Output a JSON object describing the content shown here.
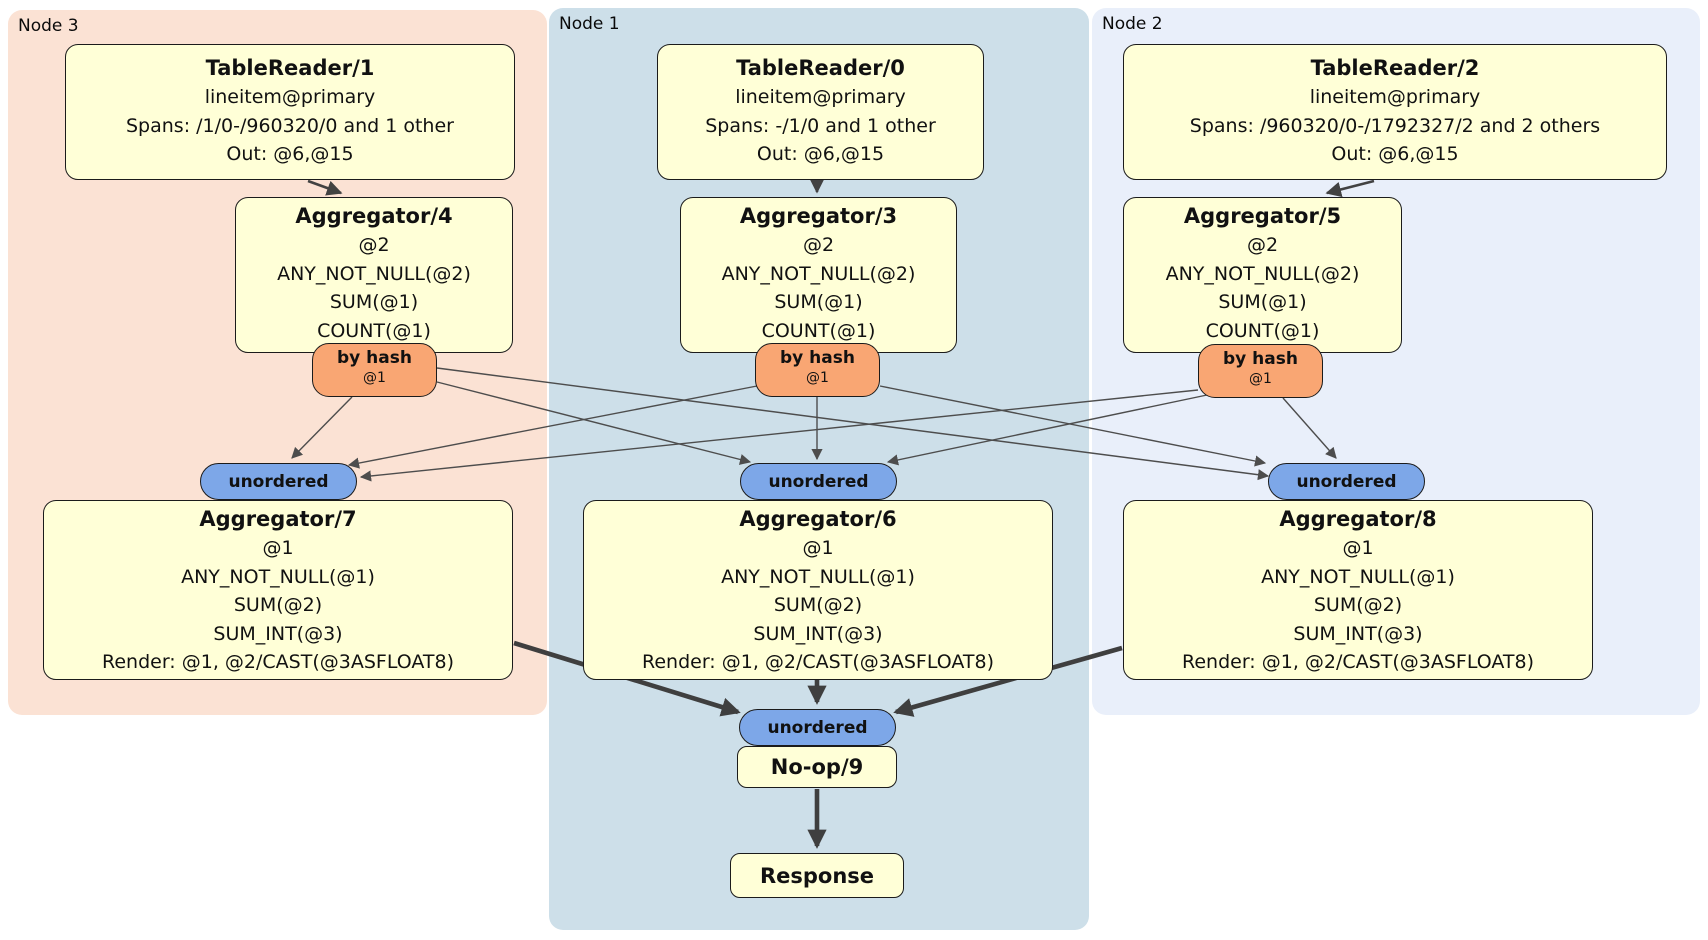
{
  "regions": {
    "node3": {
      "label": "Node 3"
    },
    "node1": {
      "label": "Node 1"
    },
    "node2": {
      "label": "Node 2"
    }
  },
  "processors": {
    "tr1": {
      "title": "TableReader/1",
      "lines": [
        "lineitem@primary",
        "Spans: /1/0-/960320/0 and 1 other",
        "Out: @6,@15"
      ]
    },
    "tr0": {
      "title": "TableReader/0",
      "lines": [
        "lineitem@primary",
        "Spans: -/1/0 and 1 other",
        "Out: @6,@15"
      ]
    },
    "tr2": {
      "title": "TableReader/2",
      "lines": [
        "lineitem@primary",
        "Spans: /960320/0-/1792327/2 and 2 others",
        "Out: @6,@15"
      ]
    },
    "agg4": {
      "title": "Aggregator/4",
      "lines": [
        "@2",
        "ANY_NOT_NULL(@2)",
        "SUM(@1)",
        "COUNT(@1)"
      ]
    },
    "agg3": {
      "title": "Aggregator/3",
      "lines": [
        "@2",
        "ANY_NOT_NULL(@2)",
        "SUM(@1)",
        "COUNT(@1)"
      ]
    },
    "agg5": {
      "title": "Aggregator/5",
      "lines": [
        "@2",
        "ANY_NOT_NULL(@2)",
        "SUM(@1)",
        "COUNT(@1)"
      ]
    },
    "agg7": {
      "title": "Aggregator/7",
      "lines": [
        "@1",
        "ANY_NOT_NULL(@1)",
        "SUM(@2)",
        "SUM_INT(@3)",
        "Render: @1, @2/CAST(@3ASFLOAT8)"
      ]
    },
    "agg6": {
      "title": "Aggregator/6",
      "lines": [
        "@1",
        "ANY_NOT_NULL(@1)",
        "SUM(@2)",
        "SUM_INT(@3)",
        "Render: @1, @2/CAST(@3ASFLOAT8)"
      ]
    },
    "agg8": {
      "title": "Aggregator/8",
      "lines": [
        "@1",
        "ANY_NOT_NULL(@1)",
        "SUM(@2)",
        "SUM_INT(@3)",
        "Render: @1, @2/CAST(@3ASFLOAT8)"
      ]
    },
    "noop9": {
      "title": "No-op/9"
    },
    "response": {
      "title": "Response"
    }
  },
  "connectors": {
    "by_hash": {
      "label": "by hash",
      "detail": "@1"
    },
    "unordered": {
      "label": "unordered"
    }
  },
  "palette": {
    "node3-bg": "#fbe2d4",
    "node1-bg": "#cddfe9",
    "node2-bg": "#e9effa",
    "box-bg": "#ffffd7",
    "hash-bg": "#f9a673",
    "sync-bg": "#7da7e8",
    "edge": "#4d4d4d"
  }
}
